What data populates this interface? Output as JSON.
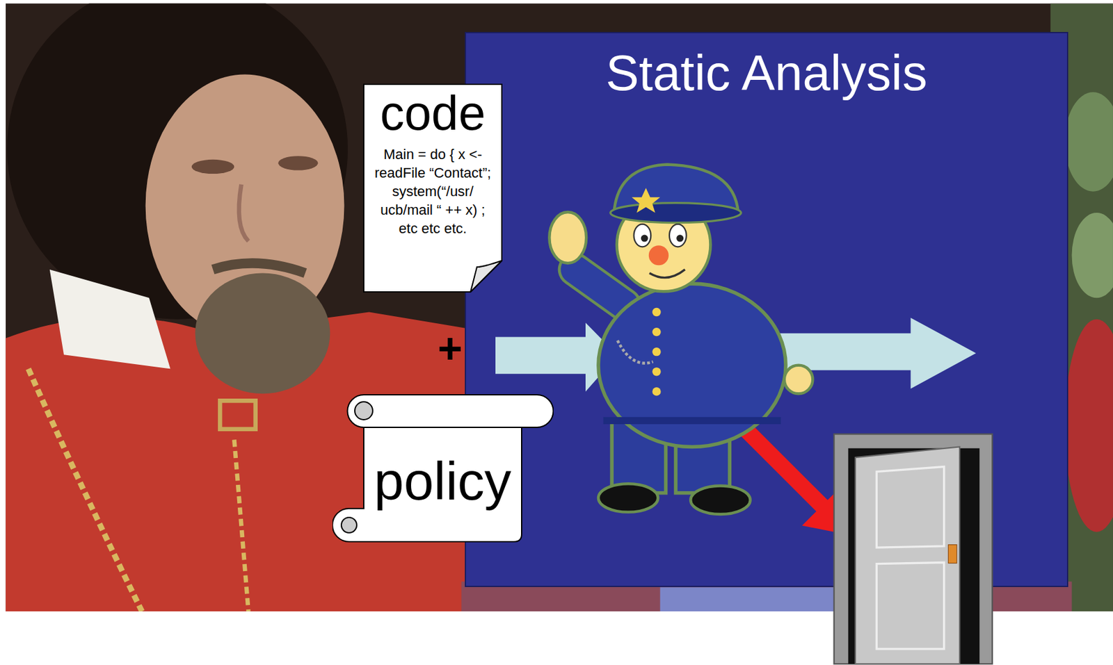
{
  "diagram": {
    "nodes": [
      {
        "text": [
          "Static Analysis"
        ]
      },
      {
        "text": [
          "code",
          "Main = do { x <- readFile “Contact”; system(“/usr/ ucb/mail “ ++ x) ; etc etc etc."
        ]
      },
      {
        "text": [
          "policy"
        ]
      }
    ],
    "labels": [
      "+"
    ]
  }
}
